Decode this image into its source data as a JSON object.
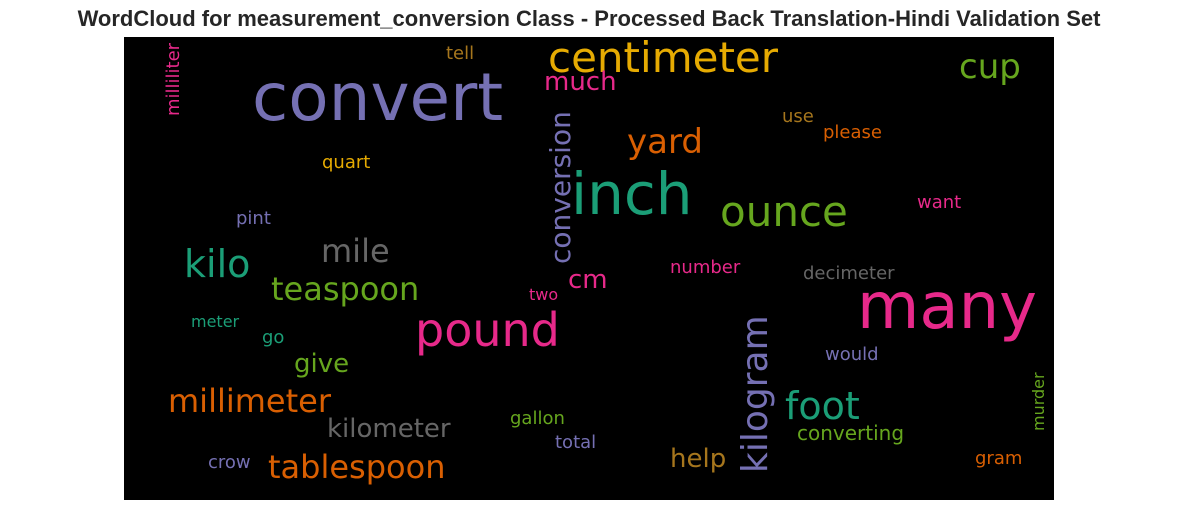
{
  "chart_data": {
    "type": "wordcloud",
    "title": "WordCloud for measurement_conversion Class - Processed Back Translation-Hindi Validation Set",
    "background": "#000000",
    "palette": [
      "#7570b3",
      "#e7298a",
      "#1b9e77",
      "#d95f02",
      "#66a61e",
      "#e6ab02",
      "#a6761d",
      "#666666"
    ],
    "words": [
      {
        "text": "convert",
        "color": "#7570b3",
        "orientation": "horizontal"
      },
      {
        "text": "many",
        "color": "#e7298a",
        "orientation": "horizontal"
      },
      {
        "text": "inch",
        "color": "#1b9e77",
        "orientation": "horizontal"
      },
      {
        "text": "pound",
        "color": "#e7298a",
        "orientation": "horizontal"
      },
      {
        "text": "centimeter",
        "color": "#e6ab02",
        "orientation": "horizontal"
      },
      {
        "text": "ounce",
        "color": "#66a61e",
        "orientation": "horizontal"
      },
      {
        "text": "kilogram",
        "color": "#7570b3",
        "orientation": "vertical"
      },
      {
        "text": "foot",
        "color": "#1b9e77",
        "orientation": "horizontal"
      },
      {
        "text": "kilo",
        "color": "#1b9e77",
        "orientation": "horizontal"
      },
      {
        "text": "yard",
        "color": "#d95f02",
        "orientation": "horizontal"
      },
      {
        "text": "millimeter",
        "color": "#d95f02",
        "orientation": "horizontal"
      },
      {
        "text": "tablespoon",
        "color": "#d95f02",
        "orientation": "horizontal"
      },
      {
        "text": "teaspoon",
        "color": "#66a61e",
        "orientation": "horizontal"
      },
      {
        "text": "conversion",
        "color": "#7570b3",
        "orientation": "vertical"
      },
      {
        "text": "mile",
        "color": "#666666",
        "orientation": "horizontal"
      },
      {
        "text": "cup",
        "color": "#66a61e",
        "orientation": "horizontal"
      },
      {
        "text": "kilometer",
        "color": "#666666",
        "orientation": "horizontal"
      },
      {
        "text": "much",
        "color": "#e7298a",
        "orientation": "horizontal"
      },
      {
        "text": "give",
        "color": "#66a61e",
        "orientation": "horizontal"
      },
      {
        "text": "help",
        "color": "#a6761d",
        "orientation": "horizontal"
      },
      {
        "text": "cm",
        "color": "#e7298a",
        "orientation": "horizontal"
      },
      {
        "text": "converting",
        "color": "#66a61e",
        "orientation": "horizontal"
      },
      {
        "text": "decimeter",
        "color": "#666666",
        "orientation": "horizontal"
      },
      {
        "text": "milliliter",
        "color": "#e7298a",
        "orientation": "vertical"
      },
      {
        "text": "please",
        "color": "#d95f02",
        "orientation": "horizontal"
      },
      {
        "text": "would",
        "color": "#7570b3",
        "orientation": "horizontal"
      },
      {
        "text": "gallon",
        "color": "#66a61e",
        "orientation": "horizontal"
      },
      {
        "text": "tell",
        "color": "#a6761d",
        "orientation": "horizontal"
      },
      {
        "text": "number",
        "color": "#e7298a",
        "orientation": "horizontal"
      },
      {
        "text": "want",
        "color": "#e7298a",
        "orientation": "horizontal"
      },
      {
        "text": "quart",
        "color": "#e6ab02",
        "orientation": "horizontal"
      },
      {
        "text": "pint",
        "color": "#7570b3",
        "orientation": "horizontal"
      },
      {
        "text": "meter",
        "color": "#1b9e77",
        "orientation": "horizontal"
      },
      {
        "text": "total",
        "color": "#7570b3",
        "orientation": "horizontal"
      },
      {
        "text": "murder",
        "color": "#66a61e",
        "orientation": "vertical"
      },
      {
        "text": "gram",
        "color": "#d95f02",
        "orientation": "horizontal"
      },
      {
        "text": "crow",
        "color": "#7570b3",
        "orientation": "horizontal"
      },
      {
        "text": "use",
        "color": "#a6761d",
        "orientation": "horizontal"
      },
      {
        "text": "two",
        "color": "#e7298a",
        "orientation": "horizontal"
      },
      {
        "text": "go",
        "color": "#1b9e77",
        "orientation": "horizontal"
      }
    ]
  }
}
